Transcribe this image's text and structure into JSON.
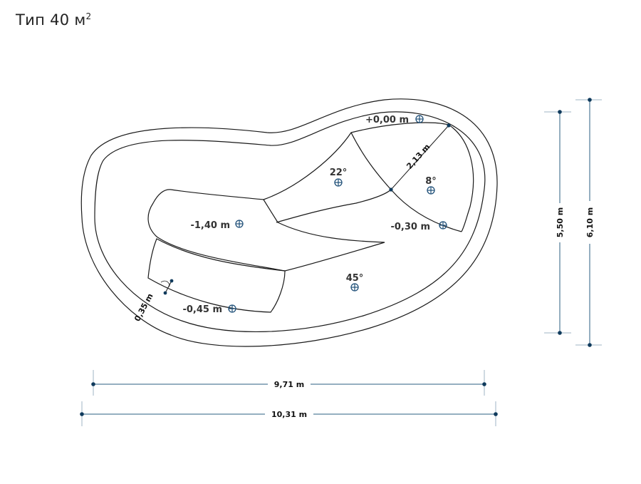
{
  "title": {
    "text": "Тип 40 м",
    "sup": "2"
  },
  "levels": {
    "top": "+0,00 m",
    "deep": "-1,40 m",
    "right": "-0,30 m",
    "bench": "-0,45 m"
  },
  "slopes": {
    "a": "22°",
    "b": "8°",
    "c": "45°"
  },
  "dimensions": {
    "inner_width": "9,71 m",
    "outer_width": "10,31 m",
    "inner_height": "5,50 m",
    "outer_height": "6,10 m",
    "step_width": "2,13 m",
    "rim": "0,35 m"
  }
}
